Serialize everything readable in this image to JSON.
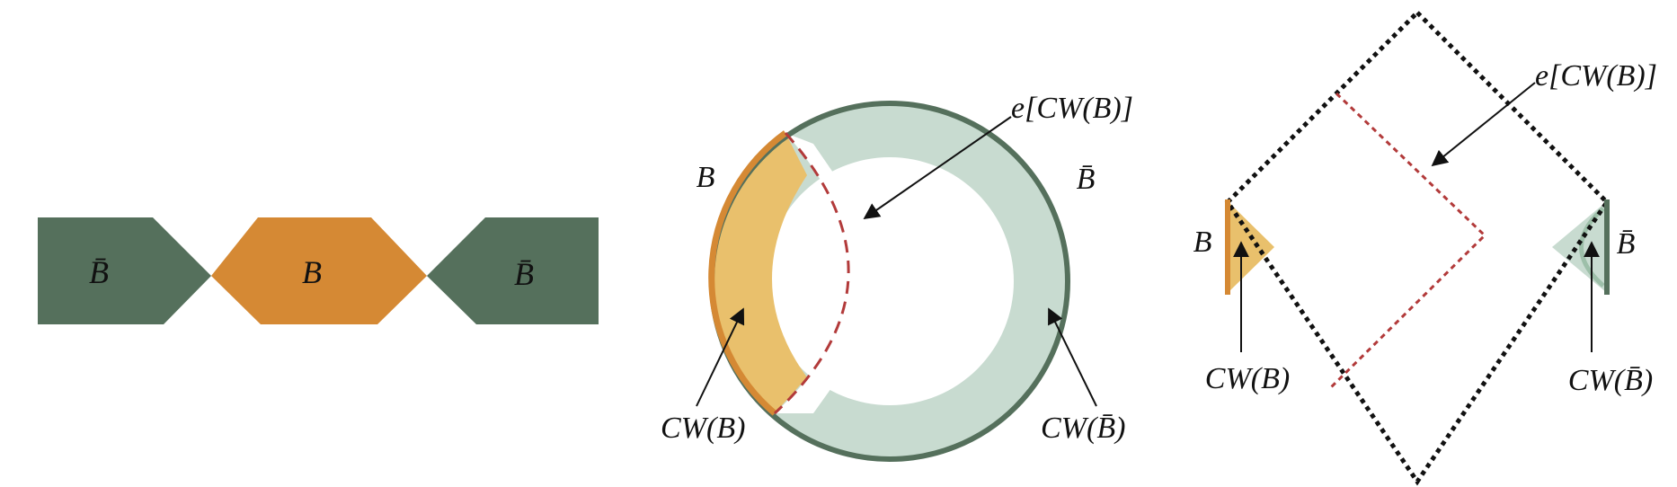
{
  "colors": {
    "bbar_dark": "#55705c",
    "b_orange": "#d58934",
    "b_light": "#e9c06c",
    "bbar_light": "#c8dbd0",
    "red_dashed": "#b23a3a",
    "black": "#111111"
  },
  "panel1": {
    "left_label": "B̄",
    "center_label": "B",
    "right_label": "B̄"
  },
  "panel2": {
    "b_label": "B",
    "bbar_label": "B̄",
    "ew_label": "e[CW(B)]",
    "cwb_label": "CW(B)",
    "cwbbar_label": "CW(B̄)"
  },
  "panel3": {
    "ew_label": "e[CW(B)]",
    "b_label": "B",
    "bbar_label": "B̄",
    "cwb_label": "CW(B)",
    "cwbbar_label": "CW(B̄)"
  }
}
